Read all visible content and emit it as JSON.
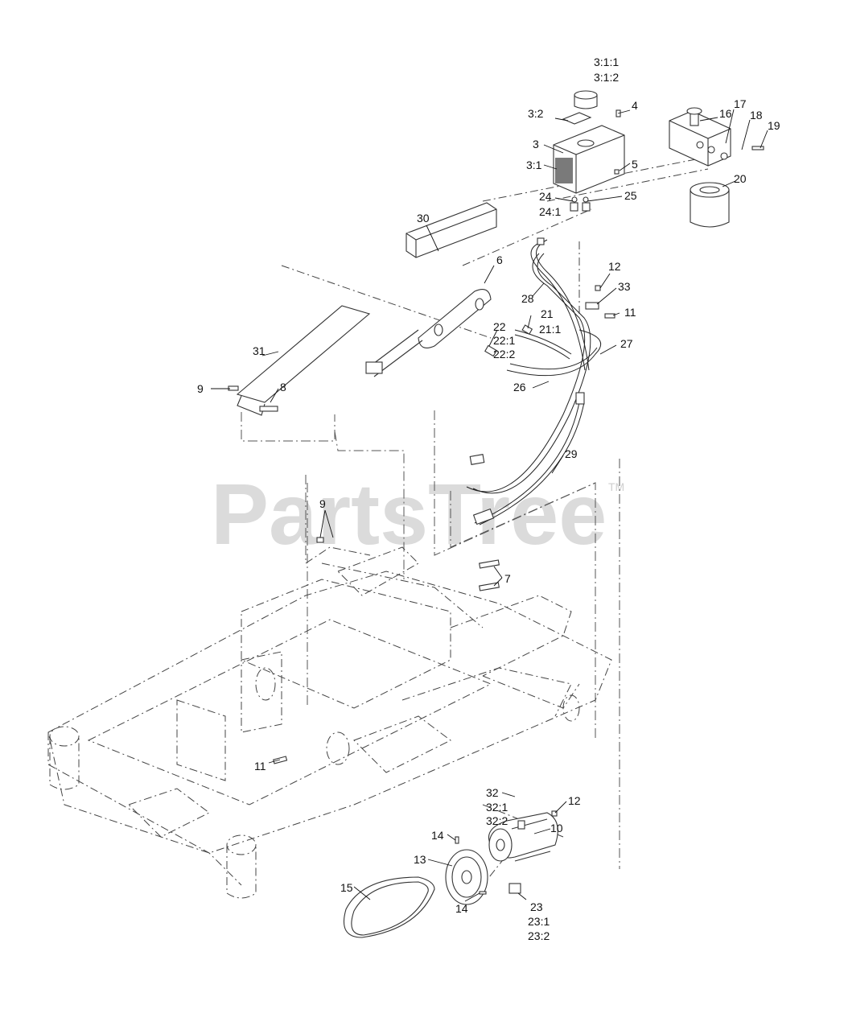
{
  "watermark": {
    "brand": "PartsTree",
    "trademark": "TM"
  },
  "callouts": [
    {
      "id": "3:1:1",
      "text": "3:1:1"
    },
    {
      "id": "3:1:2",
      "text": "3:1:2"
    },
    {
      "id": "3:2",
      "text": "3:2"
    },
    {
      "id": "4",
      "text": "4"
    },
    {
      "id": "3",
      "text": "3"
    },
    {
      "id": "3:1",
      "text": "3:1"
    },
    {
      "id": "5",
      "text": "5"
    },
    {
      "id": "24",
      "text": "24"
    },
    {
      "id": "24:1",
      "text": "24:1"
    },
    {
      "id": "25",
      "text": "25"
    },
    {
      "id": "16",
      "text": "16"
    },
    {
      "id": "17",
      "text": "17"
    },
    {
      "id": "18",
      "text": "18"
    },
    {
      "id": "19",
      "text": "19"
    },
    {
      "id": "20",
      "text": "20"
    },
    {
      "id": "30",
      "text": "30"
    },
    {
      "id": "6",
      "text": "6"
    },
    {
      "id": "12a",
      "text": "12"
    },
    {
      "id": "33",
      "text": "33"
    },
    {
      "id": "28",
      "text": "28"
    },
    {
      "id": "21",
      "text": "21"
    },
    {
      "id": "21:1",
      "text": "21:1"
    },
    {
      "id": "11a",
      "text": "11"
    },
    {
      "id": "22",
      "text": "22"
    },
    {
      "id": "22:1",
      "text": "22:1"
    },
    {
      "id": "22:2",
      "text": "22:2"
    },
    {
      "id": "31",
      "text": "31"
    },
    {
      "id": "27",
      "text": "27"
    },
    {
      "id": "9a",
      "text": "9"
    },
    {
      "id": "8",
      "text": "8"
    },
    {
      "id": "26",
      "text": "26"
    },
    {
      "id": "29",
      "text": "29"
    },
    {
      "id": "9b",
      "text": "9"
    },
    {
      "id": "7",
      "text": "7"
    },
    {
      "id": "11b",
      "text": "11"
    },
    {
      "id": "32",
      "text": "32"
    },
    {
      "id": "32:1",
      "text": "32:1"
    },
    {
      "id": "32:2",
      "text": "32:2"
    },
    {
      "id": "12b",
      "text": "12"
    },
    {
      "id": "14a",
      "text": "14"
    },
    {
      "id": "10",
      "text": "10"
    },
    {
      "id": "13",
      "text": "13"
    },
    {
      "id": "15",
      "text": "15"
    },
    {
      "id": "14b",
      "text": "14"
    },
    {
      "id": "23",
      "text": "23"
    },
    {
      "id": "23:1",
      "text": "23:1"
    },
    {
      "id": "23:2",
      "text": "23:2"
    }
  ]
}
